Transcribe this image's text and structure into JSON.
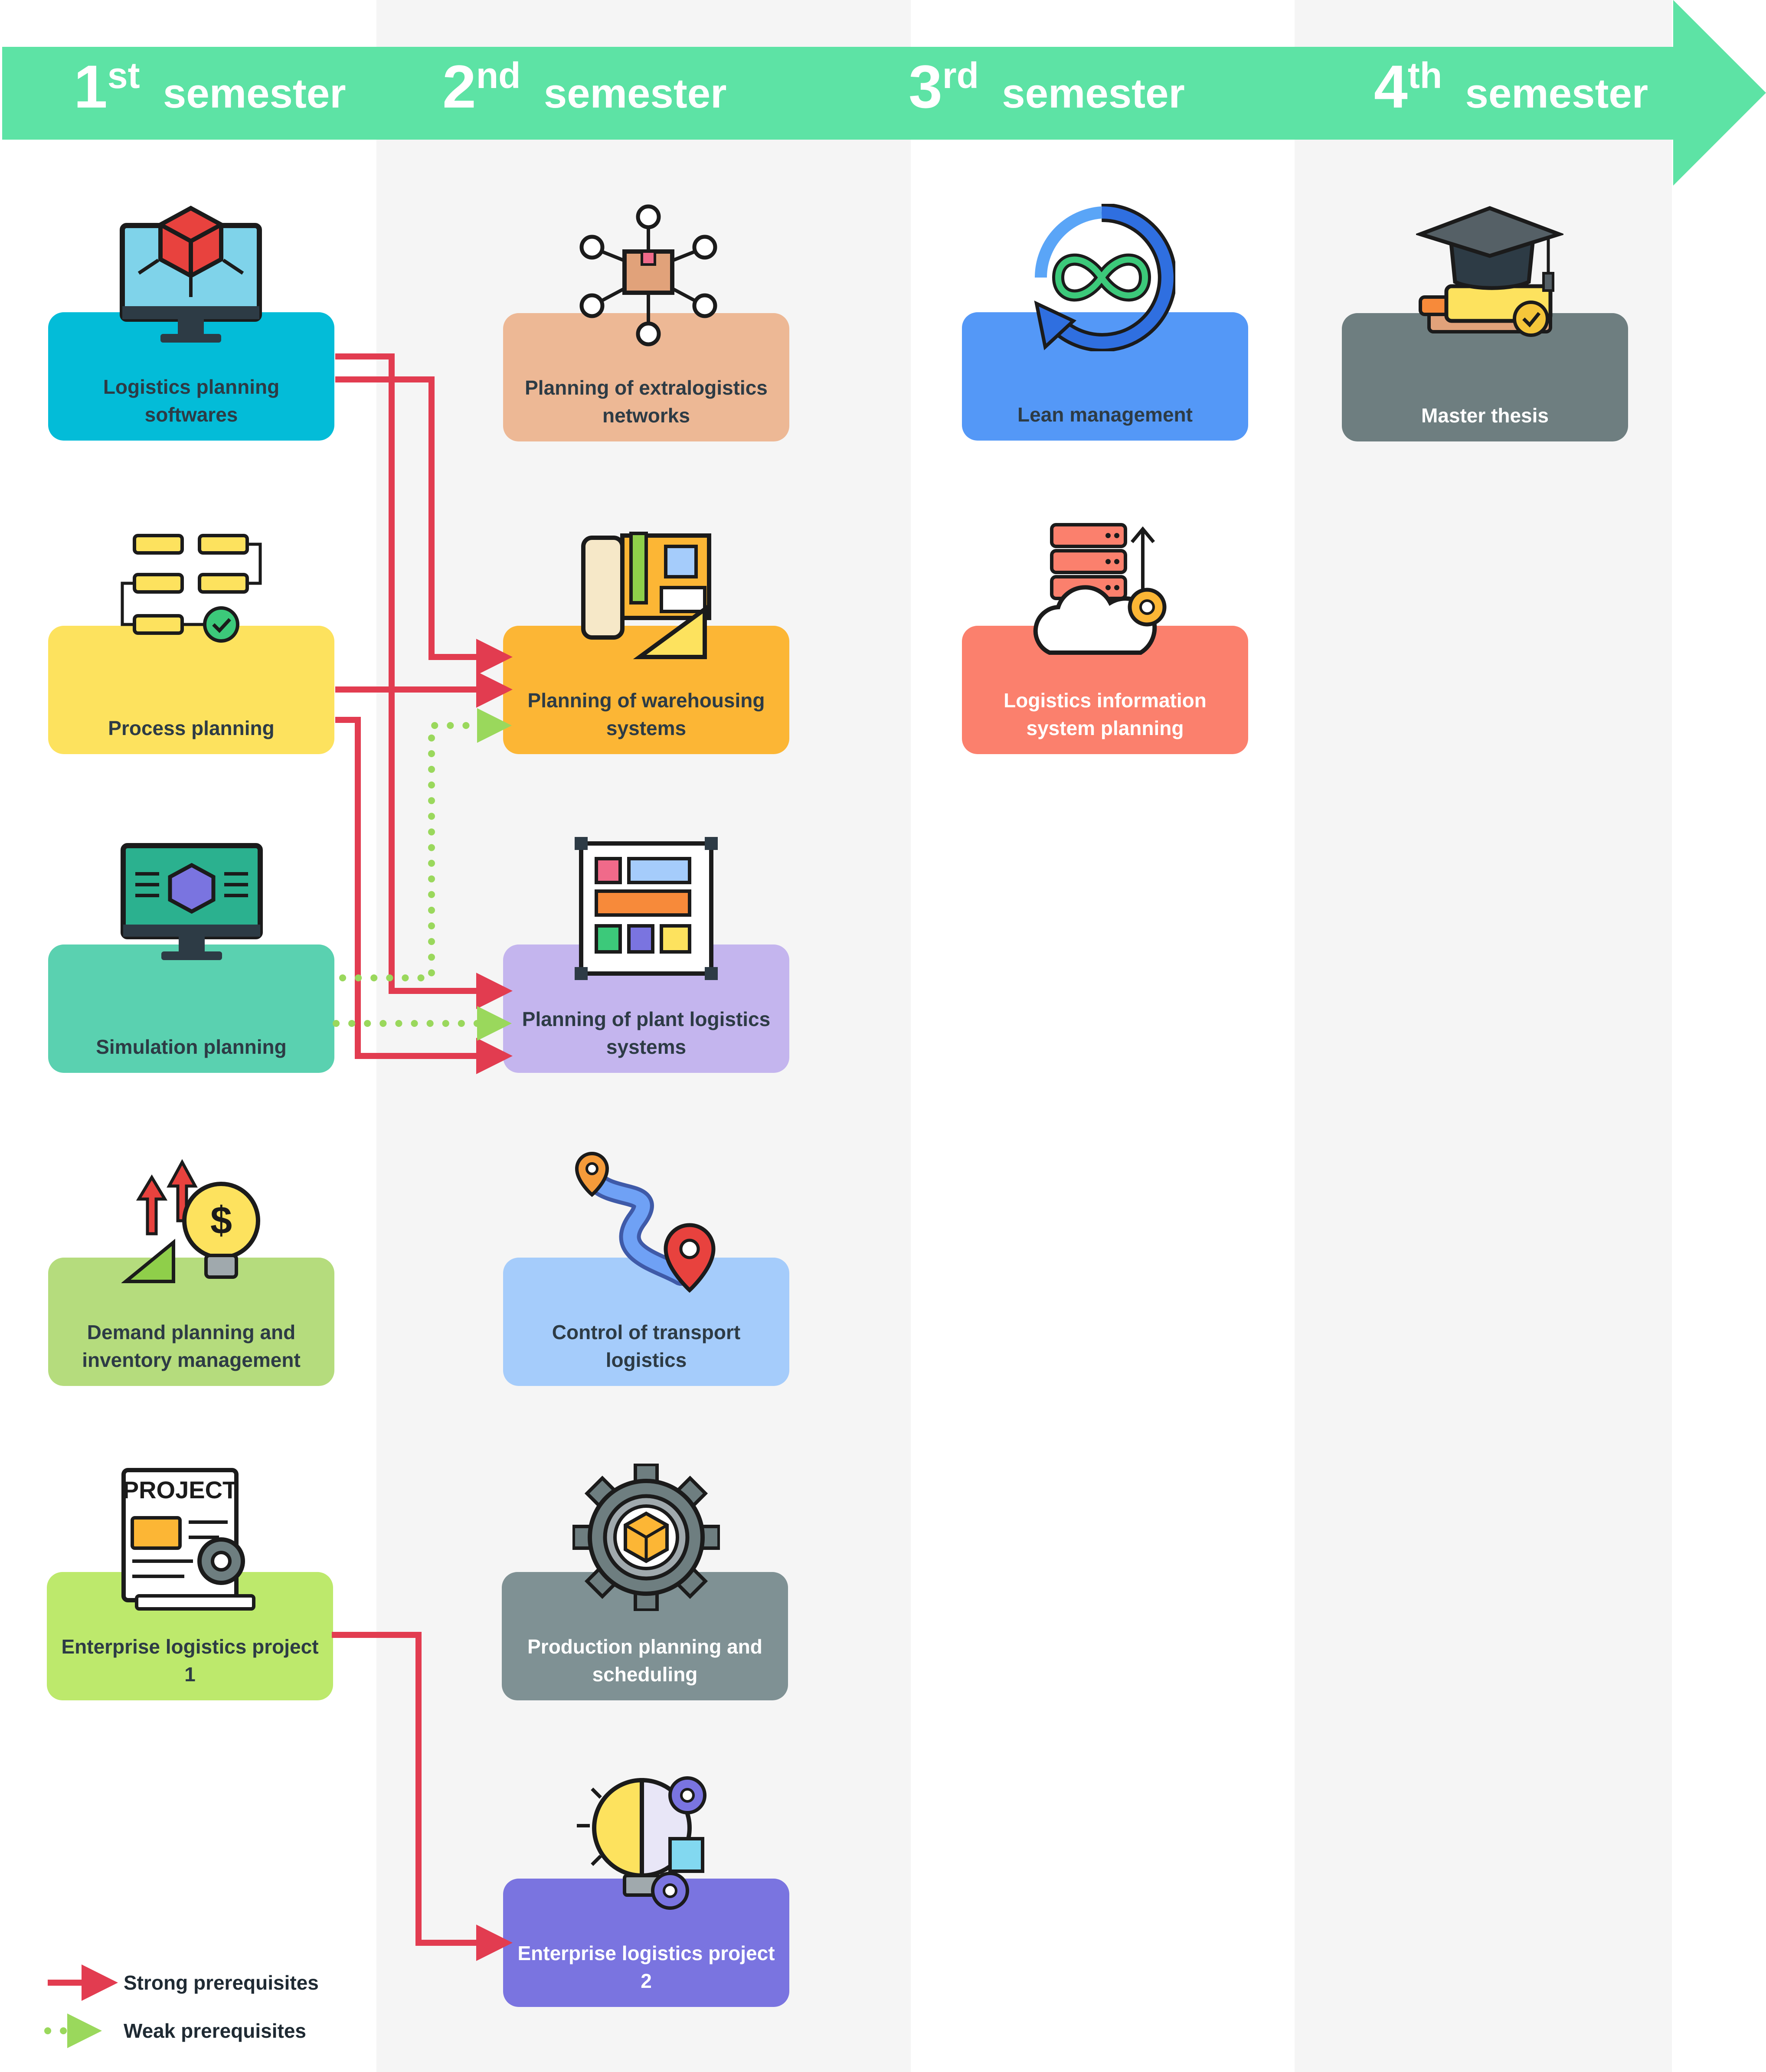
{
  "header": {
    "semesters": [
      {
        "num": "1",
        "suffix": "st",
        "word": "semester"
      },
      {
        "num": "2",
        "suffix": "nd",
        "word": "semester"
      },
      {
        "num": "3",
        "suffix": "rd",
        "word": "semester"
      },
      {
        "num": "4",
        "suffix": "th",
        "word": "semester"
      }
    ]
  },
  "courses": {
    "logistics_planning_softwares": "Logistics planning softwares",
    "process_planning": "Process planning",
    "simulation_planning": "Simulation planning",
    "demand_planning": "Demand planning and inventory management",
    "enterprise_project_1": "Enterprise logistics project 1",
    "extralogistics_networks": "Planning of extralogistics networks",
    "warehousing_systems": "Planning of warehousing systems",
    "plant_logistics_systems": "Planning of plant logistics systems",
    "transport_logistics": "Control of transport logistics",
    "production_planning": "Production planning and scheduling",
    "enterprise_project_2": "Enterprise logistics project 2",
    "lean_management": "Lean management",
    "information_system_planning": "Logistics information system planning",
    "master_thesis": "Master thesis"
  },
  "legend": {
    "strong": "Strong prerequisites",
    "weak": "Weak prerequisites"
  },
  "colors": {
    "timeline": "#5de3a5",
    "strong_link": "#e23c50",
    "weak_link": "#9ad85c",
    "column_shade": "#f5f5f5"
  },
  "icons": [
    "monitor-cube-icon",
    "flowchart-icon",
    "simulation-monitor-icon",
    "growth-bulb-icon",
    "project-document-icon",
    "network-box-icon",
    "blueprint-icon",
    "plant-layout-icon",
    "route-map-icon",
    "gear-box-icon",
    "idea-bulb-gears-icon",
    "infinity-cycle-icon",
    "server-cloud-icon",
    "graduation-cap-icon"
  ]
}
